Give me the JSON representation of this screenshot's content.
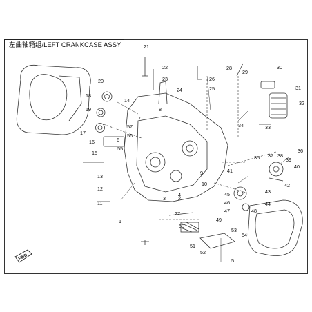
{
  "diagram": {
    "title": "左曲轴箱组/LEFT CRANKCASE ASSY",
    "forward_label": "FWD",
    "callouts": [
      "1",
      "2",
      "3",
      "4",
      "5",
      "6",
      "7",
      "8",
      "9",
      "10",
      "11",
      "12",
      "13",
      "14",
      "15",
      "16",
      "17",
      "18",
      "19",
      "20",
      "21",
      "22",
      "23",
      "24",
      "25",
      "26",
      "27",
      "28",
      "29",
      "30",
      "31",
      "32",
      "33",
      "34",
      "35",
      "36",
      "37",
      "38",
      "39",
      "40",
      "41",
      "42",
      "43",
      "44",
      "45",
      "46",
      "47",
      "48",
      "49",
      "50",
      "51",
      "52",
      "53",
      "54",
      "55",
      "56",
      "57"
    ]
  }
}
